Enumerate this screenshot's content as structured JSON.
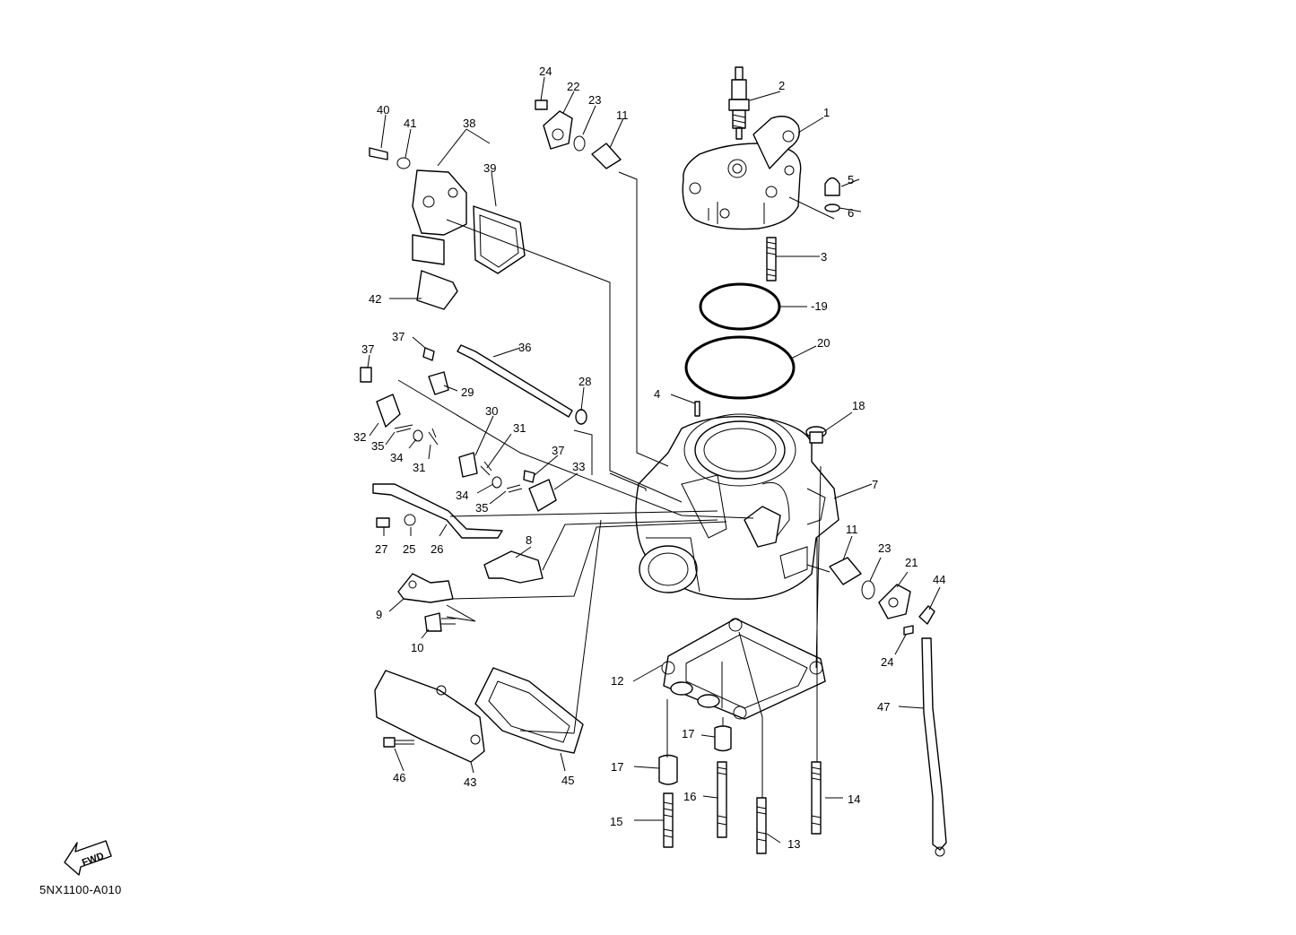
{
  "diagram": {
    "callouts": [
      "1",
      "2",
      "3",
      "4",
      "5",
      "6",
      "7",
      "8",
      "9",
      "10",
      "11",
      "11",
      "12",
      "13",
      "14",
      "15",
      "16",
      "17",
      "17",
      "18",
      "-19",
      "20",
      "21",
      "22",
      "23",
      "23",
      "24",
      "24",
      "25",
      "26",
      "27",
      "28",
      "29",
      "30",
      "31",
      "31",
      "32",
      "33",
      "34",
      "34",
      "35",
      "35",
      "36",
      "37",
      "37",
      "37",
      "38",
      "39",
      "40",
      "41",
      "42",
      "43",
      "44",
      "45",
      "46",
      "47"
    ],
    "fwd_label": "FWD",
    "code": "5NX1100-A010"
  }
}
